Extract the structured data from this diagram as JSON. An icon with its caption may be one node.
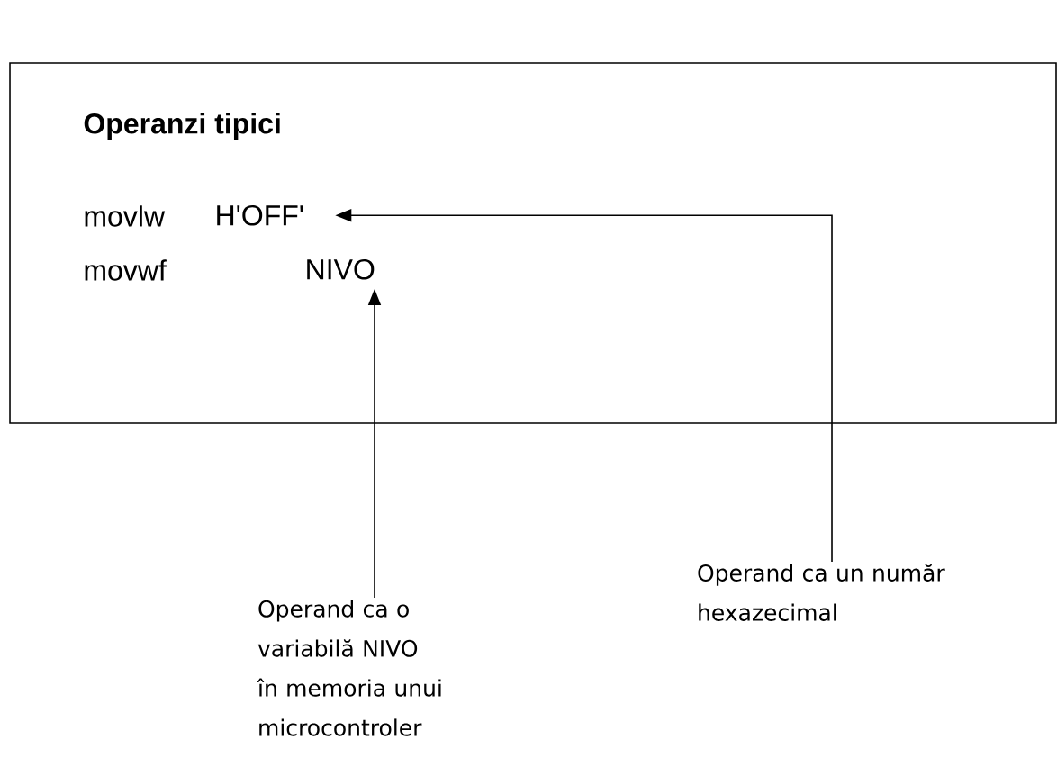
{
  "diagram": {
    "nodes": [
      {
        "text": [
          "Operanzi tipici"
        ]
      },
      {
        "text": [
          "H'OFF'"
        ],
        "in": 0
      },
      {
        "text": [
          "NIVO"
        ],
        "in": 0
      },
      {
        "text": [
          "Operand ca o variabilă NIVO în memoria unui microcontroler"
        ]
      },
      {
        "text": [
          "Operand ca un număr hexazecimal"
        ]
      }
    ],
    "edges": [
      {
        "from": 3,
        "to": 2,
        "arrow": "to"
      },
      {
        "from": 4,
        "to": 1,
        "arrow": "to"
      }
    ],
    "labels": [
      "movlw",
      "movwf"
    ]
  }
}
